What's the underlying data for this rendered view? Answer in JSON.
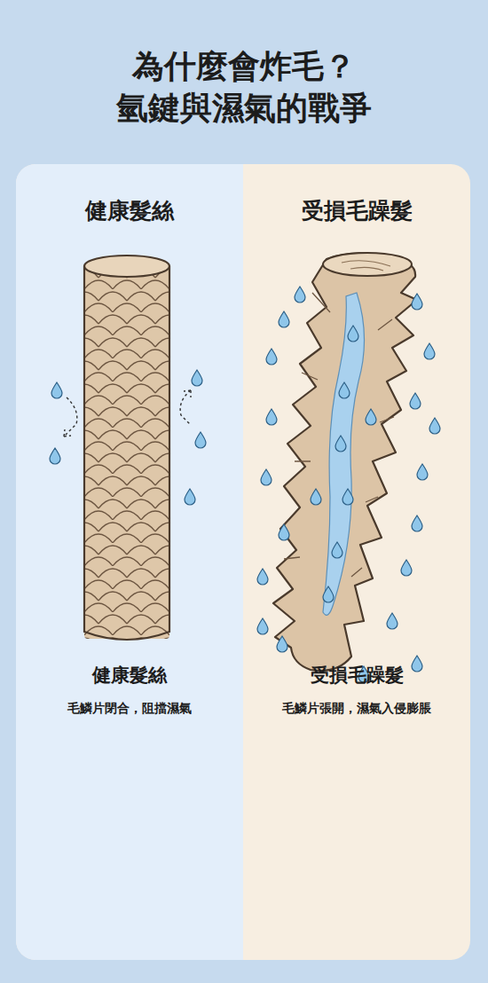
{
  "diagram": {
    "title": "為什麼會炸毛？ 氫鍵與濕氣的戰爭",
    "nodes": [
      {
        "text": [
          "健康髮絲",
          "健康髮絲",
          "毛鱗片閉合，阻擋濕氣"
        ]
      },
      {
        "text": [
          "受損毛躁髮",
          "受損毛躁髮",
          "毛鱗片張開，濕氣入侵膨脹"
        ]
      }
    ]
  }
}
